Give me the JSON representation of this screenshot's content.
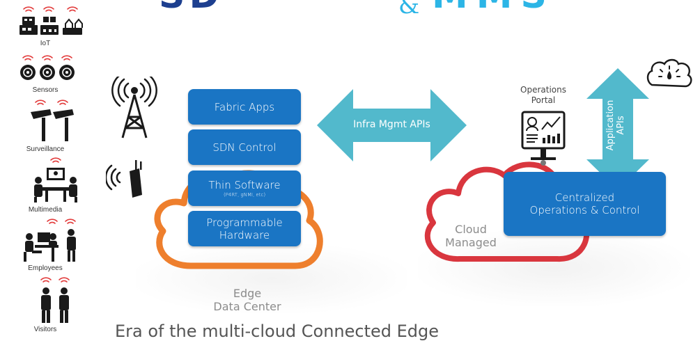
{
  "title": {
    "left_fragment": "SD-FABRIC",
    "ampersand": "&",
    "right_fragment": "MMS"
  },
  "devices": [
    {
      "label": "IoT",
      "icon": "iot-devices-icon"
    },
    {
      "label": "Sensors",
      "icon": "sensors-icon"
    },
    {
      "label": "Surveillance",
      "icon": "surveillance-cameras-icon"
    },
    {
      "label": "Multimedia",
      "icon": "multimedia-conference-icon"
    },
    {
      "label": "Employees",
      "icon": "employees-icon"
    },
    {
      "label": "Visitors",
      "icon": "visitors-icon"
    }
  ],
  "edge_stack": [
    {
      "title": "Fabric Apps",
      "subtitle": ""
    },
    {
      "title": "SDN Control",
      "subtitle": ""
    },
    {
      "title": "Thin Software",
      "subtitle": "(P4RT, gNMI, etc)"
    },
    {
      "title": "Programmable\nHardware",
      "subtitle": ""
    }
  ],
  "infra_arrow_label": "Infra Mgmt APIs",
  "edge_label_line1": "Edge",
  "edge_label_line2": "Data Center",
  "operations_portal_line1": "Operations",
  "operations_portal_line2": "Portal",
  "application_apis_line1": "Application",
  "application_apis_line2": "APIs",
  "cloud_label_line1": "Cloud",
  "cloud_label_line2": "Managed",
  "centralized_line1": "Centralized",
  "centralized_line2": "Operations & Control",
  "bottom_title": "Era of the multi-cloud Connected Edge",
  "colors": {
    "box_blue": "#1a75c4",
    "arrow_teal": "#52b9cc",
    "edge_cloud_orange": "#ee7f2d",
    "cloud_red": "#d9363e",
    "title_navy": "#1d3f8f",
    "title_cyan": "#2cb5e6"
  }
}
